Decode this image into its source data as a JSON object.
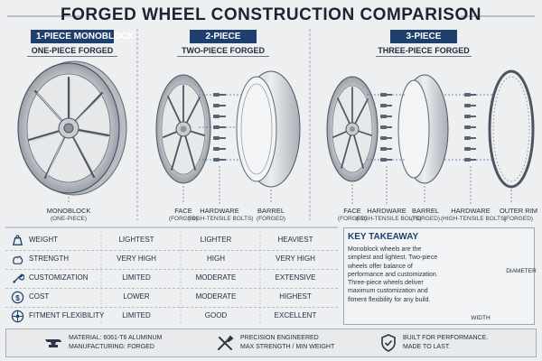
{
  "title": "FORGED WHEEL CONSTRUCTION COMPARISON",
  "sections": [
    {
      "tag": "1-PIECE MONOBLOCK",
      "sub": "ONE-PIECE FORGED"
    },
    {
      "tag": "2-PIECE",
      "sub": "TWO-PIECE FORGED"
    },
    {
      "tag": "3-PIECE",
      "sub": "THREE-PIECE FORGED"
    }
  ],
  "part_labels": {
    "monoblock": {
      "name": "MONOBLOCK",
      "sub": "(ONE-PIECE)"
    },
    "face_2": {
      "name": "FACE",
      "sub": "(FORGED)"
    },
    "hardware_2": {
      "name": "HARDWARE",
      "sub": "(HIGH-TENSILE BOLTS)"
    },
    "barrel_2": {
      "name": "BARREL",
      "sub": "(FORGED)"
    },
    "face_3": {
      "name": "FACE",
      "sub": "(FORGED)"
    },
    "hardware_3a": {
      "name": "HARDWARE",
      "sub": "(HIGH-TENSILE BOLTS)"
    },
    "barrel_3": {
      "name": "BARREL",
      "sub": "(FORGED)"
    },
    "hardware_3b": {
      "name": "HARDWARE",
      "sub": "(HIGH-TENSILE BOLTS)"
    },
    "outer_rim": {
      "name": "OUTER RIM",
      "sub": "(FORGED)"
    }
  },
  "comparison": [
    {
      "icon": "scale-icon",
      "label": "WEIGHT",
      "values": [
        "LIGHTEST",
        "LIGHTER",
        "HEAVIEST"
      ]
    },
    {
      "icon": "strength-icon",
      "label": "STRENGTH",
      "values": [
        "VERY HIGH",
        "HIGH",
        "VERY HIGH"
      ]
    },
    {
      "icon": "wrench-icon",
      "label": "CUSTOMIZATION",
      "values": [
        "LIMITED",
        "MODERATE",
        "EXTENSIVE"
      ]
    },
    {
      "icon": "dollar-icon",
      "label": "COST",
      "values": [
        "LOWER",
        "MODERATE",
        "HIGHEST"
      ]
    },
    {
      "icon": "wheel-icon",
      "label": "FITMENT FLEXIBILITY",
      "values": [
        "LIMITED",
        "GOOD",
        "EXCELLENT"
      ]
    }
  ],
  "key_takeaway": {
    "title": "KEY TAKEAWAY",
    "text": "Monoblock wheels are the simplest and lightest. Two-piece wheels offer balance of performance and customization. Three-piece wheels deliver maximum customization and fitment flexibility for any build.",
    "diameter_label": "DIAMETER",
    "width_label": "WIDTH"
  },
  "footer": {
    "material_line1": "MATERIAL: 6061-T6 ALUMINUM",
    "material_line2": "MANUFACTURING: FORGED",
    "precision_line1": "PRECISION ENGINEERED",
    "precision_line2": "MAX STRENGTH / MIN WEIGHT",
    "built_line1": "BUILT FOR PERFORMANCE.",
    "built_line2": "MADE TO LAST."
  },
  "colors": {
    "navy": "#1f3f6e",
    "accent_blue": "#3b6fb0",
    "background": "#eeeff0"
  }
}
